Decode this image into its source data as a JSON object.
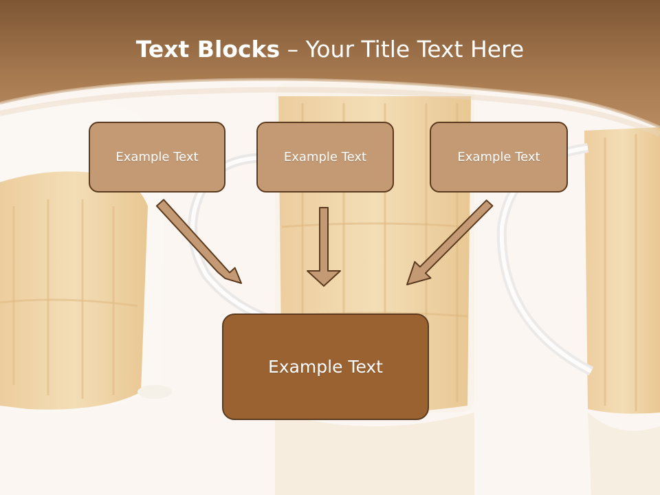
{
  "slide": {
    "title_bold": "Text Blocks",
    "title_dash": " – ",
    "title_rest": "Your Title Text Here"
  },
  "blocks": {
    "left": "Example Text",
    "middle": "Example Text",
    "right": "Example Text",
    "main": "Example Text"
  },
  "colors": {
    "header_band": "#a97a4e",
    "small_box_fill": "#c49a74",
    "main_box_fill": "#9b6231",
    "box_border": "#5a3a1e",
    "arrow_fill": "#c49a74"
  },
  "background_image": "beer-mugs"
}
